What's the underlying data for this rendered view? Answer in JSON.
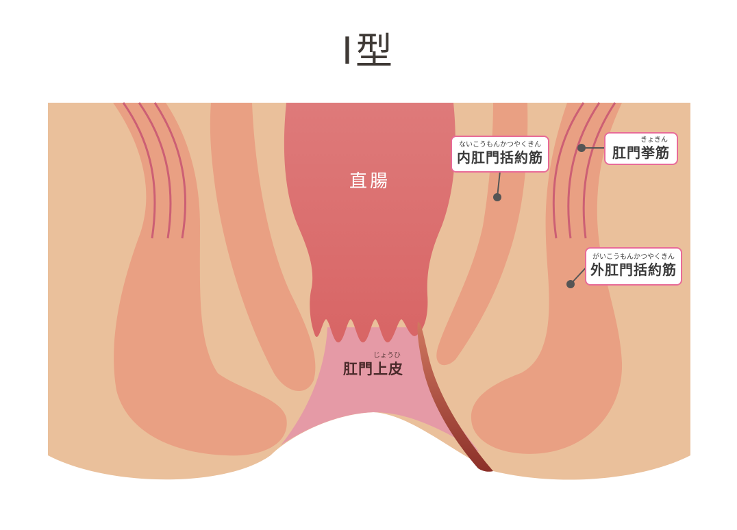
{
  "title": "Ⅰ型",
  "labels": {
    "rectum": {
      "text": "直腸"
    },
    "anoderm": {
      "text": "肛門上皮",
      "ruby": "じょうひ"
    },
    "internal_sphincter": {
      "text": "内肛門括約筋",
      "ruby": "ないこうもんかつやくきん"
    },
    "levator_ani": {
      "text": "肛門挙筋",
      "ruby": "きょきん"
    },
    "external_sphincter": {
      "text": "外肛門括約筋",
      "ruby": "がいこうもんかつやくきん"
    }
  },
  "colors": {
    "tissue": "#eac09b",
    "muscle": "#e9a083",
    "rectum": "#db6d6d",
    "anoderm": "#e59aa6",
    "fistula": "#9e3b33",
    "label_border": "#e86a98",
    "leader": "#555555"
  }
}
